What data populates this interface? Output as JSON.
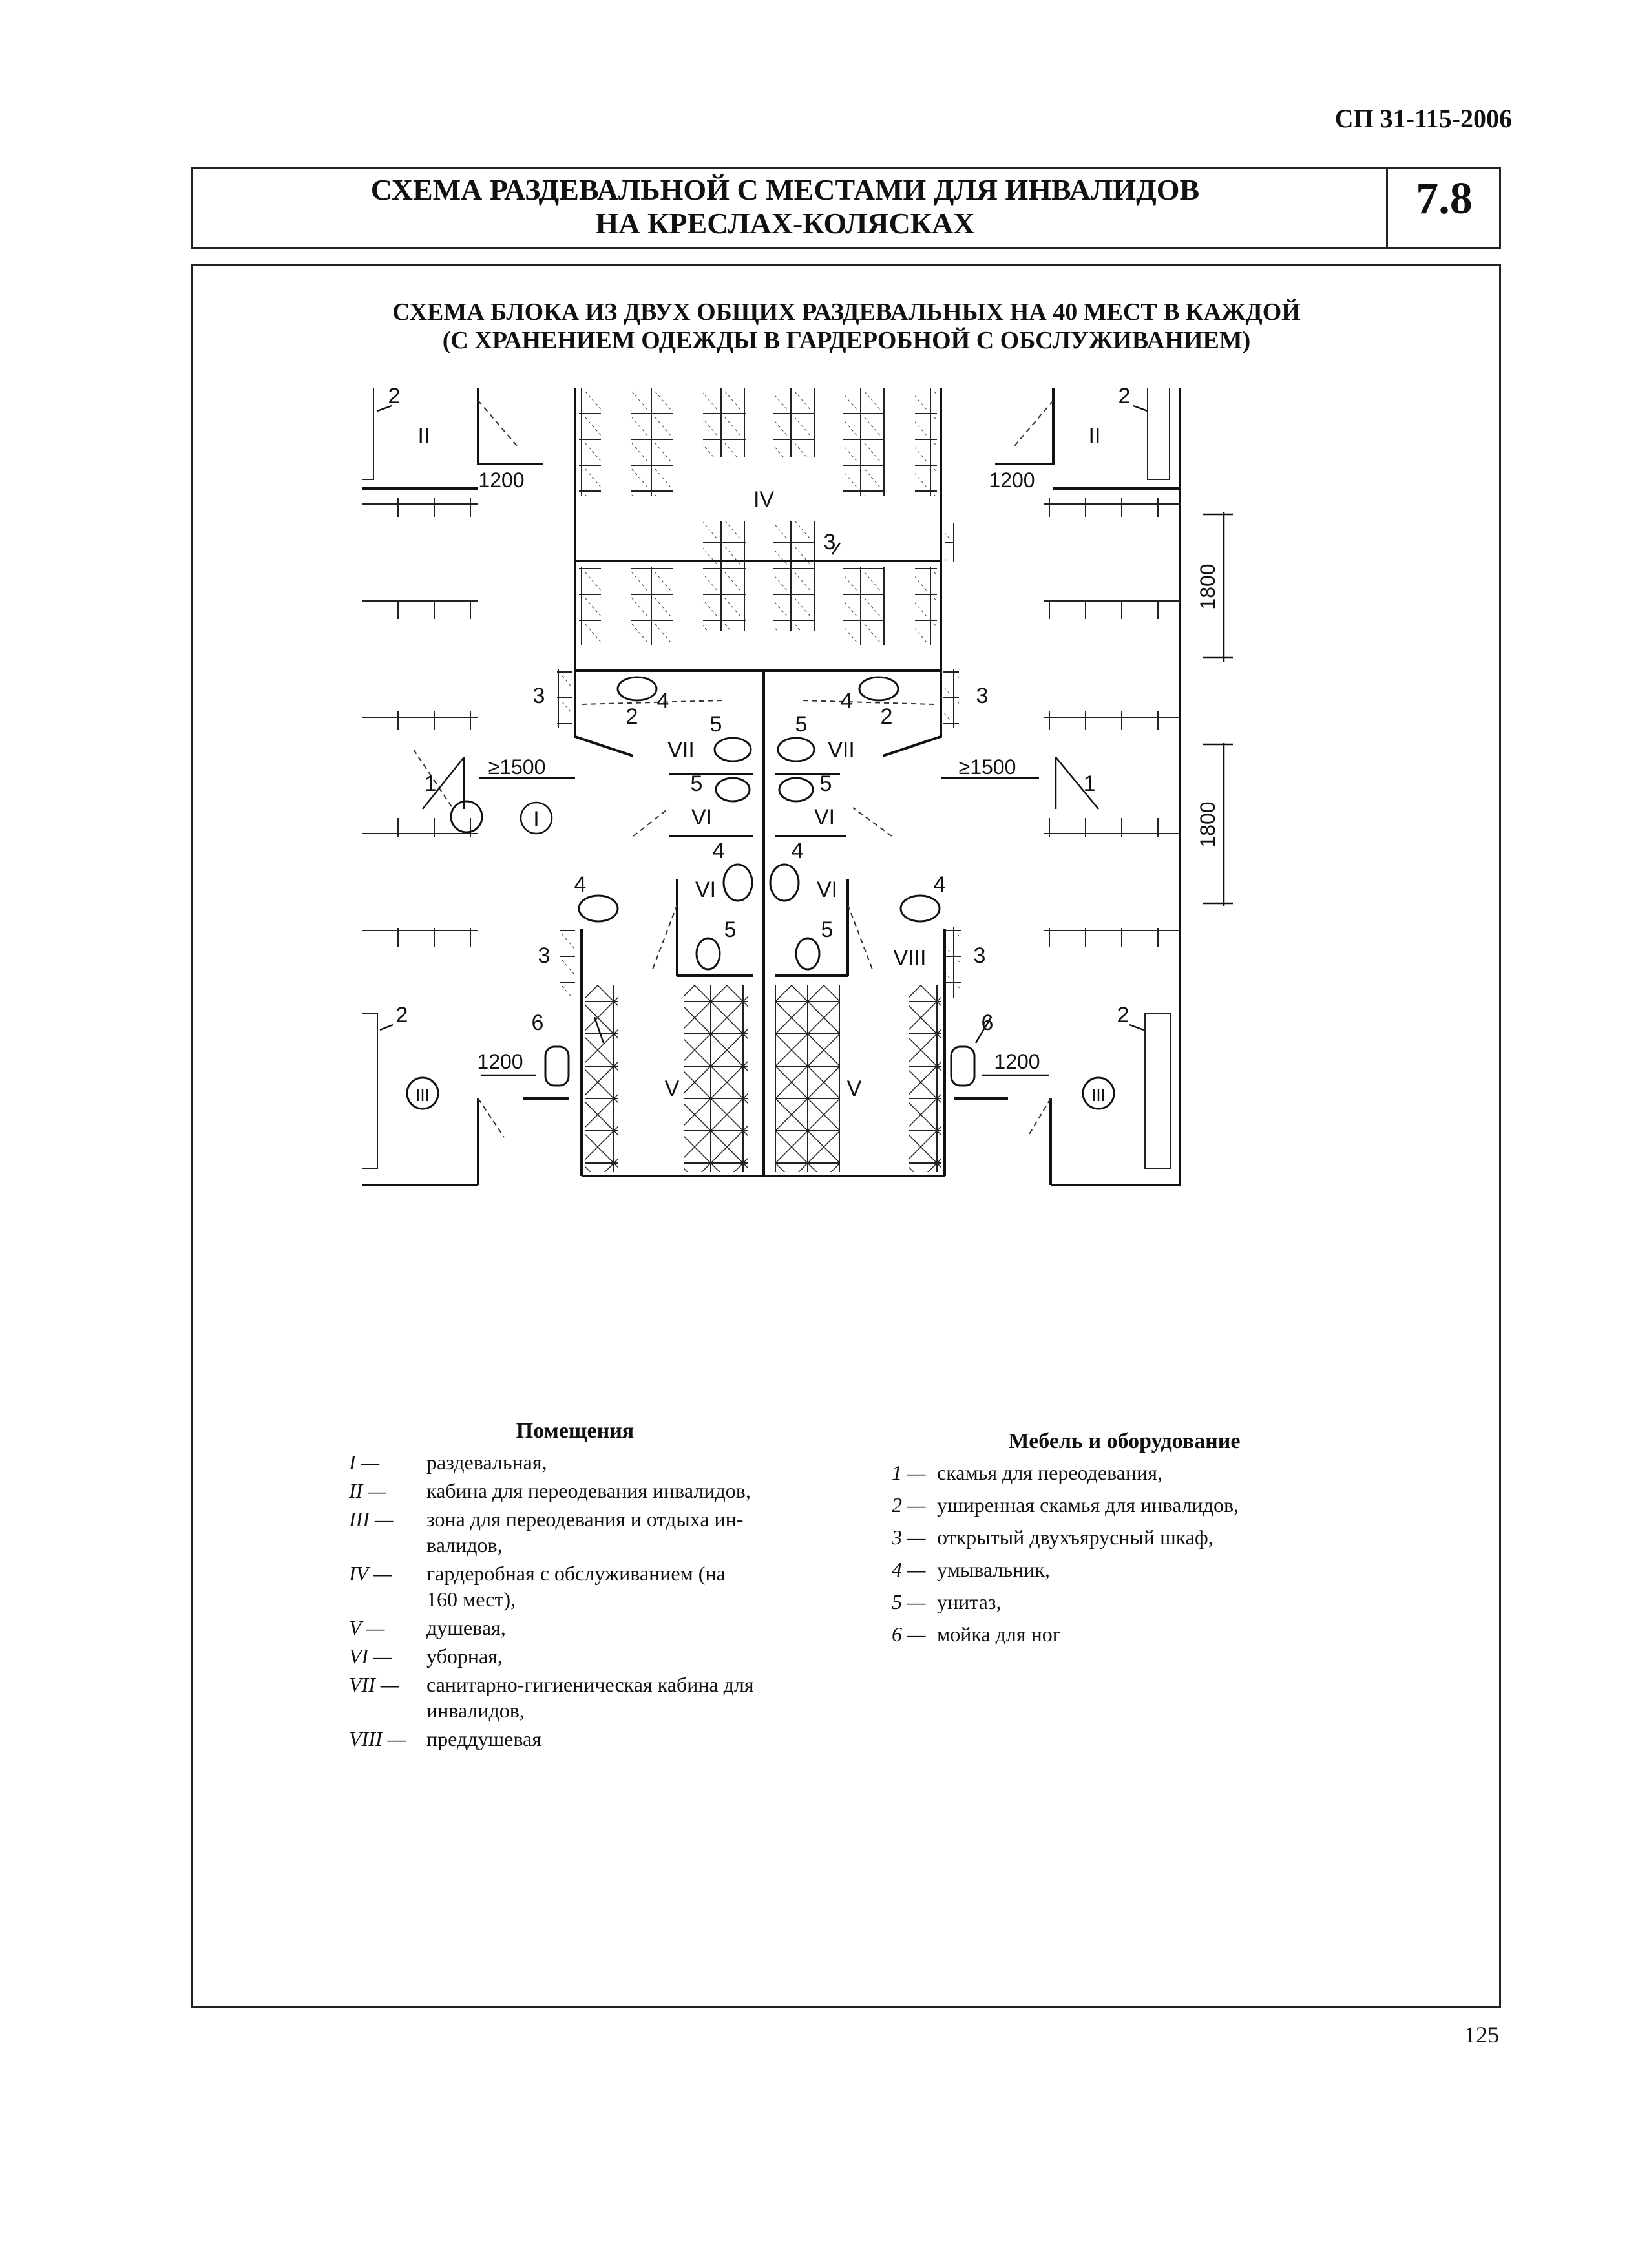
{
  "header": {
    "doc_code": "СП 31-115-2006"
  },
  "title": {
    "line1": "СХЕМА РАЗДЕВАЛЬНОЙ С МЕСТАМИ ДЛЯ ИНВАЛИДОВ",
    "line2": "НА КРЕСЛАХ-КОЛЯСКАХ",
    "section_number": "7.8"
  },
  "subtitle": {
    "line1": "СХЕМА БЛОКА ИЗ ДВУХ ОБЩИХ РАЗДЕВАЛЬНЫХ НА 40 МЕСТ В КАЖДОЙ",
    "line2": "(С ХРАНЕНИЕМ ОДЕЖДЫ В ГАРДЕРОБНОЙ С ОБСЛУЖИВАНИЕМ)"
  },
  "plan": {
    "room_labels": {
      "I": "I",
      "II": "II",
      "III": "III",
      "IV": "IV",
      "V": "V",
      "VI": "VI",
      "VII": "VII",
      "VIII": "VIII"
    },
    "item_labels": {
      "1": "1",
      "2": "2",
      "3": "3",
      "4": "4",
      "5": "5",
      "6": "6"
    },
    "dimensions": {
      "d1200": "1200",
      "d1500": "≥1500",
      "d1800": "1800"
    }
  },
  "legend_rooms": {
    "heading": "Помещения",
    "items": [
      {
        "key": "I —",
        "text": "раздевальная,"
      },
      {
        "key": "II —",
        "text": "кабина для переодевания инвалидов,"
      },
      {
        "key": "III —",
        "text_line1": "зона для переодевания и отдыха ин-",
        "text_line2": "валидов,"
      },
      {
        "key": "IV —",
        "text_line1": "гардеробная с обслуживанием (на",
        "text_line2": "160 мест),"
      },
      {
        "key": "V —",
        "text": "душевая,"
      },
      {
        "key": "VI —",
        "text": "уборная,"
      },
      {
        "key": "VII —",
        "text_line1": "санитарно-гигиеническая кабина для",
        "text_line2": "инвалидов,"
      },
      {
        "key": "VIII —",
        "text": "преддушевая"
      }
    ]
  },
  "legend_furniture": {
    "heading": "Мебель и оборудование",
    "items": [
      {
        "key": "1 —",
        "text": "скамья для переодевания,"
      },
      {
        "key": "2 —",
        "text": "уширенная скамья для инвалидов,"
      },
      {
        "key": "3 —",
        "text": "открытый двухъярусный шкаф,"
      },
      {
        "key": "4 —",
        "text": "умывальник,"
      },
      {
        "key": "5 —",
        "text": "унитаз,"
      },
      {
        "key": "6 —",
        "text": "мойка для ног"
      }
    ]
  },
  "footer": {
    "page_number": "125"
  }
}
